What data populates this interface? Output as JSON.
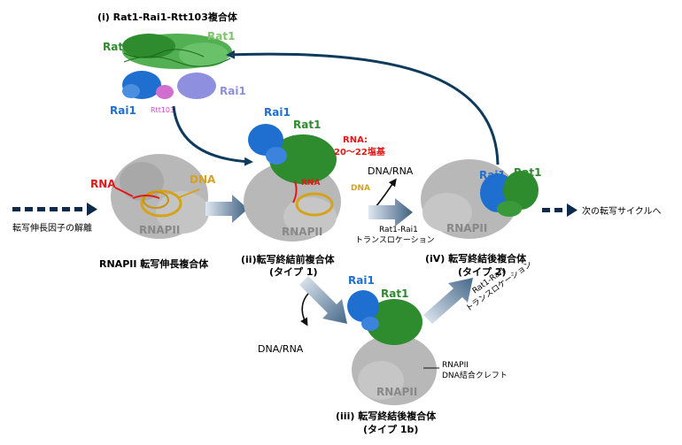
{
  "panel_i": {
    "title": "(ⅰ) Rat1-Rai1-Rtt103複合体",
    "rat1_a": "Rat1",
    "rat1_b": "Rat1",
    "rai1_a": "Rai1",
    "rai1_b": "Rai1",
    "rtt103": "Rtt103"
  },
  "elongation": {
    "rna": "RNA",
    "dna": "DNA",
    "rnapii": "RNAPII",
    "title": "RNAPII 転写伸長複合体"
  },
  "left_arrow_label": "転写伸長因子の解離",
  "panel_ii": {
    "rai1": "Rai1",
    "rat1": "Rat1",
    "rna_note_1": "RNA:",
    "rna_note_2": "20～22塩基",
    "rna": "RNA",
    "dna": "DNA",
    "rnapii": "RNAPII",
    "title_1": "(ii)転写終結前複合体",
    "title_2": "(タイプ 1)"
  },
  "dna_rna_top": "DNA/RNA",
  "translocation_1": "Rat1-Rai1",
  "translocation_2": "トランスロケーション",
  "panel_iv": {
    "rai1": "Rai1",
    "rat1": "Rat1",
    "rnapii": "RNAPII",
    "title_1": "(iV) 転写終結後複合体",
    "title_2": "(タイプ 2)"
  },
  "next_cycle": "次の転写サイクルへ",
  "dna_rna_bottom": "DNA/RNA",
  "panel_iii": {
    "rai1": "Rai1",
    "rat1": "Rat1",
    "rnapii": "RNAPII",
    "cleft_1": "RNAPII",
    "cleft_2": "DNA結合クレフト",
    "title_1": "(iii) 転写終結後複合体",
    "title_2": "(タイプ 1b)"
  },
  "diag_translocation_1": "Rat1-Rai1",
  "diag_translocation_2": "トランスロケーション",
  "colors": {
    "rat1": "#2e8b2e",
    "rai1": "#1f6fd1",
    "rtt103": "#d048c8",
    "rna": "#e01818",
    "dna": "#d6a21a",
    "rnapii": "#9a9a9a",
    "arrow": "#0e3a5c"
  }
}
